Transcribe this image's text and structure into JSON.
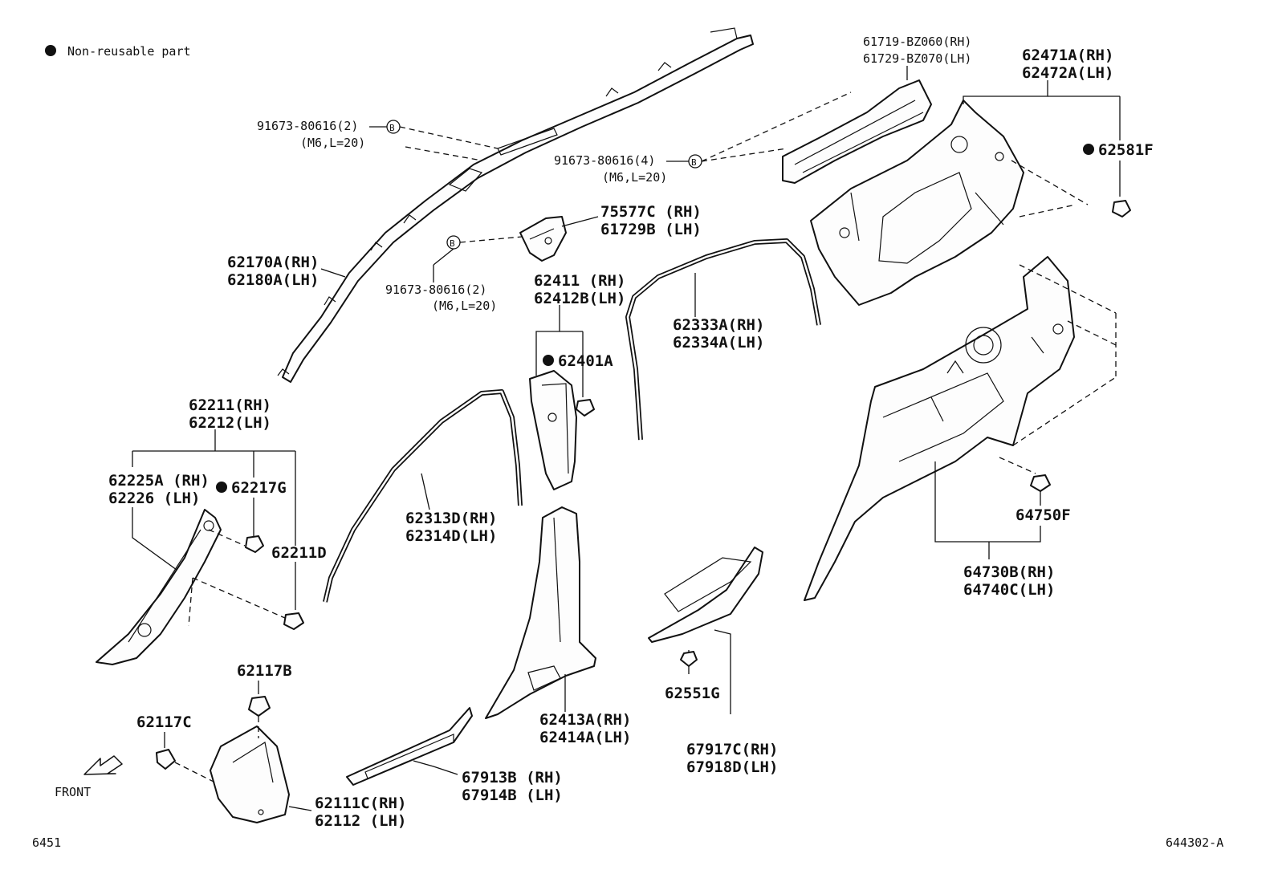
{
  "legend": {
    "symbol": "●",
    "text": "Non-reusable part"
  },
  "labels": {
    "bolt_a": "91673-80616(2)",
    "bolt_a_spec": "(M6,L=20)",
    "bolt_b": "91673-80616(4)",
    "bolt_b_spec": "(M6,L=20)",
    "bolt_c": "91673-80616(2)",
    "bolt_c_spec": "(M6,L=20)",
    "ref_b": "B",
    "p61719": "61719-BZ060(RH)",
    "p61729": "61729-BZ070(LH)",
    "p62471": "62471A(RH)",
    "p62472": "62472A(LH)",
    "p62581": "62581F",
    "p75577": "75577C (RH)",
    "p61729b": "61729B (LH)",
    "p62170": "62170A(RH)",
    "p62180": "62180A(LH)",
    "p62411": "62411 (RH)",
    "p62412": "62412B(LH)",
    "p62401": "62401A",
    "p62333": "62333A(RH)",
    "p62334": "62334A(LH)",
    "p62211": "62211(RH)",
    "p62212": "62212(LH)",
    "p62225": "62225A (RH)",
    "p62226": "62226 (LH)",
    "p62217": "62217G",
    "p62211d": "62211D",
    "p62313": "62313D(RH)",
    "p62314": "62314D(LH)",
    "p64750": "64750F",
    "p64730": "64730B(RH)",
    "p64740": "64740C(LH)",
    "p62117b": "62117B",
    "p62117c": "62117C",
    "p62413": "62413A(RH)",
    "p62414": "62414A(LH)",
    "p62551": "62551G",
    "p67917": "67917C(RH)",
    "p67918": "67918D(LH)",
    "p67913": "67913B (RH)",
    "p67914": "67914B (LH)",
    "p62111": "62111C(RH)",
    "p62112": "62112 (LH)",
    "front": "FRONT"
  },
  "footer": {
    "left_code": "6451",
    "right_code": "644302-A"
  }
}
